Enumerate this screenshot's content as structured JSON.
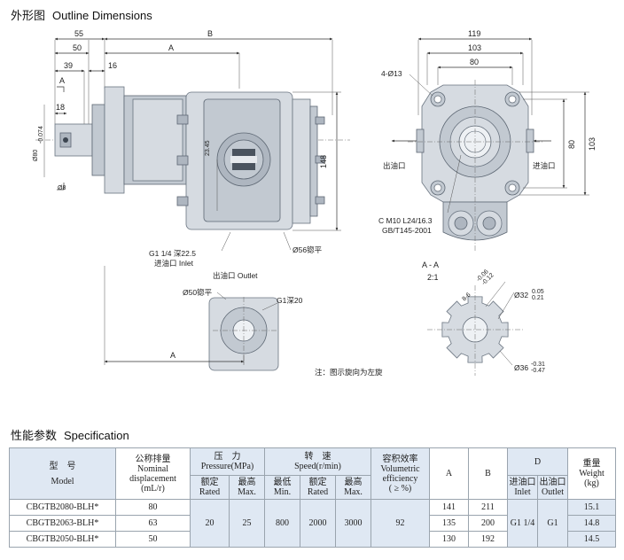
{
  "titles": {
    "outline_cn": "外形图",
    "outline_en": "Outline Dimensions",
    "spec_cn": "性能参数",
    "spec_en": "Specification"
  },
  "drawing": {
    "dims": {
      "d55": "55",
      "d50": "50",
      "d39": "39",
      "dA_top": "A",
      "dA_left": "A",
      "d16": "16",
      "d18": "18",
      "dB": "B",
      "dia80_base": "Ø80",
      "dia80_tol": "-0.074",
      "dia8": "Ø8",
      "d23_45": "23.45",
      "d148": "148",
      "dA_bottom": "A",
      "d119": "119",
      "d103_top": "103",
      "d80_top": "80",
      "d80_right": "80",
      "d103_right": "103",
      "holes": "4-Ø13"
    },
    "labels": {
      "g1_inlet_line1": "G1 1/4 深22.5",
      "g1_inlet_line2": "进油口 Inlet",
      "dia56": "Ø56锪平",
      "outlet": "出油口 Outlet",
      "dia50": "Ø50锪平",
      "g1_depth20": "G1深20",
      "outlet_cn_left": "出油口",
      "inlet_cn_right": "进油口",
      "spline_line1": "C M10 L24/16.3",
      "spline_line2": "GB/T145-2001",
      "section": "A - A",
      "scale": "2:1",
      "spline_size": "8-6",
      "spline_tol_a": "-0.06",
      "spline_tol_b": "-0.12",
      "dia32": "Ø32",
      "dia32_tol_a": "0.05",
      "dia32_tol_b": "0.21",
      "dia36": "Ø36",
      "dia36_tol_a": "-0.31",
      "dia36_tol_b": "-0.47",
      "note": "注：图示旋向为左旋"
    }
  },
  "spec_table": {
    "model_cn": "型　号",
    "model_en": "Model",
    "disp_line1": "公称排量",
    "disp_line2": "Nominal",
    "disp_line3": "displacement",
    "disp_line4": "(mL/r)",
    "pressure_cn": "压　力",
    "pressure_en": "Pressure(MPa)",
    "speed_cn": "转　速",
    "speed_en": "Speed(r/min)",
    "vol_cn": "容积效率",
    "vol_en1": "Volumetric",
    "vol_en2": "efficiency",
    "vol_en3": "( ≥ %)",
    "col_a": "A",
    "col_b": "B",
    "col_d": "D",
    "weight_cn": "重量",
    "weight_en1": "Weight",
    "weight_en2": "(kg)",
    "rated_cn": "额定",
    "rated_en": "Rated",
    "max_cn": "最高",
    "max_en": "Max.",
    "min_cn": "最低",
    "min_en": "Min.",
    "inlet_cn": "进油口",
    "inlet_en": "Inlet",
    "outlet_cn": "出油口",
    "outlet_en": "Outlet",
    "shared": {
      "pressure_rated": "20",
      "pressure_max": "25",
      "speed_min": "800",
      "speed_rated": "2000",
      "speed_max": "3000",
      "vol_eff": "92",
      "inlet": "G1 1/4",
      "outlet": "G1"
    },
    "rows": [
      {
        "model": "CBGTB2080-BLH*",
        "disp": "80",
        "a": "141",
        "b": "211",
        "weight": "15.1"
      },
      {
        "model": "CBGTB2063-BLH*",
        "disp": "63",
        "a": "135",
        "b": "200",
        "weight": "14.8"
      },
      {
        "model": "CBGTB2050-BLH*",
        "disp": "50",
        "a": "130",
        "b": "192",
        "weight": "14.5"
      }
    ]
  }
}
